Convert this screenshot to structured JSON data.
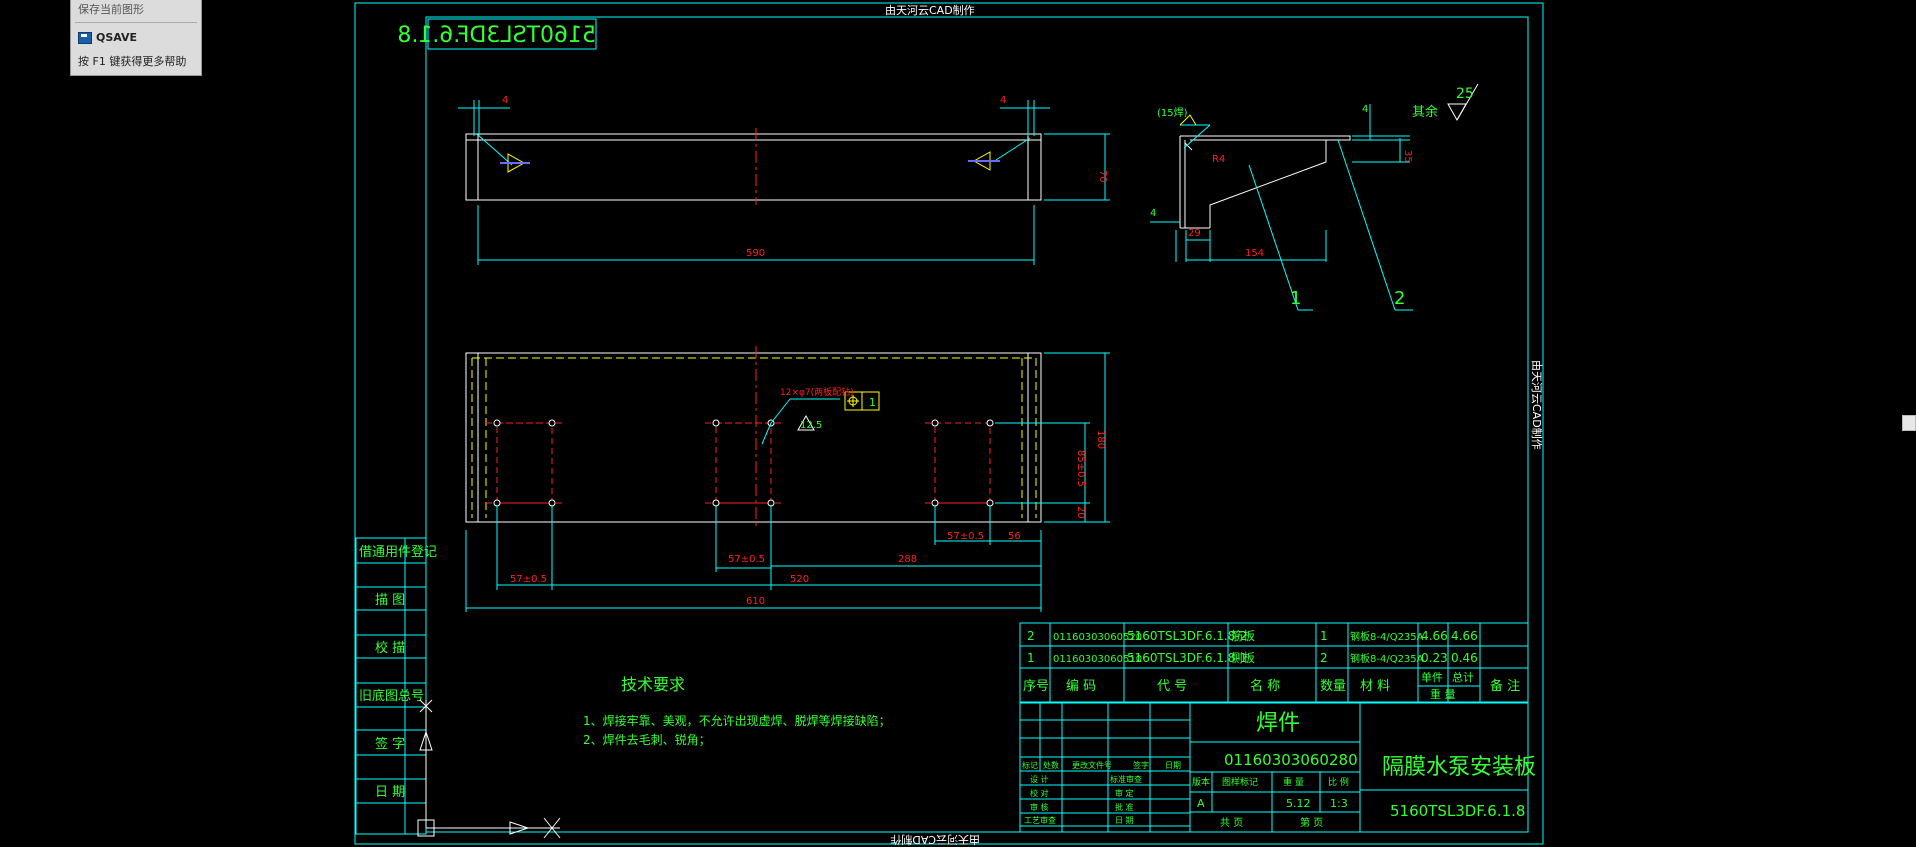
{
  "tooltip": {
    "title": "保存当前图形",
    "command": "QSAVE",
    "help": "按 F1 键获得更多帮助"
  },
  "frame": {
    "watermark_top": "由天河云CAD制作",
    "watermark_right": "由天河云CAD制作",
    "watermark_bottom": "由天河云CAD制作",
    "code_box": "5160TSL3DF.6.1.8"
  },
  "left_strip": [
    "借通用件登记",
    "描 图",
    "校 描",
    "旧底图总号",
    "签 字",
    "日 期"
  ],
  "dims": {
    "top_left_4": "4",
    "top_right_4": "4",
    "top_height": "70",
    "top_length": "590",
    "side_tag": "(15焊)",
    "side_r": "R4",
    "side_4": "4",
    "side_29": "29",
    "side_154": "154",
    "side_top4": "4",
    "side_35": "35",
    "rest": "其余",
    "rough": "25",
    "balloon1": "1",
    "balloon2": "2",
    "hole_note": "12×φ7(两板配钻)",
    "rough2": "12.5",
    "pos_tol": "1",
    "plan_h": "180",
    "plan_85": "85±0.5",
    "plan_20": "20",
    "plan_57a": "57±0.5",
    "plan_56": "56",
    "plan_57b": "57±0.5",
    "plan_288": "288",
    "plan_57c": "57±0.5",
    "plan_520": "520",
    "plan_610": "610"
  },
  "tech": {
    "title": "技术要求",
    "line1": "1、焊接牢靠、美观，不允许出现虚焊、脱焊等焊接缺陷；",
    "line2": "2、焊件去毛刺、锐角；"
  },
  "bom": {
    "rows": [
      {
        "no": "2",
        "code": "01160303060520",
        "drawing": "5160TSL3DF.6.1.8-2",
        "name": "筋板",
        "qty": "1",
        "material": "钢板8-4/Q235A",
        "unit": "4.66",
        "total": "4.66",
        "note": ""
      },
      {
        "no": "1",
        "code": "01160303060510",
        "drawing": "5160TSL3DF.6.1.8-1",
        "name": "侧板",
        "qty": "2",
        "material": "钢板8-4/Q235A",
        "unit": "0.23",
        "total": "0.46",
        "note": ""
      }
    ],
    "header": {
      "no": "序号",
      "code": "编 码",
      "drawing": "代 号",
      "name": "名 称",
      "qty": "数量",
      "material": "材 料",
      "unit": "单件",
      "total": "总计",
      "weight": "重 量",
      "note": "备 注"
    }
  },
  "title_block": {
    "type": "焊件",
    "code": "01160303060280",
    "name": "隔膜水泵安装板",
    "drawing_no": "5160TSL3DF.6.1.8",
    "sheet_label": "A",
    "weight": "5.12",
    "scale": "1:3",
    "rev_headers": [
      "标记",
      "处数",
      "更改文件号",
      "签字",
      "日期"
    ],
    "sign_rows": [
      "设 计",
      "校 对",
      "审 核",
      "工艺审查"
    ],
    "sign_right": [
      "标准审查",
      "审 定",
      "批 准",
      "日 期"
    ],
    "stage_headers": [
      "版本",
      "图样标记",
      "重 量",
      "比 例"
    ],
    "sheet_total": "共 页",
    "sheet_no": "第 页"
  },
  "colors": {
    "frame": "#00ffff",
    "outline": "#ffffff",
    "dim": "#00ffff",
    "dim_text": "#ff2020",
    "text": "#33ff33",
    "centerline": "#ff2020",
    "yellow": "#ffff00"
  }
}
